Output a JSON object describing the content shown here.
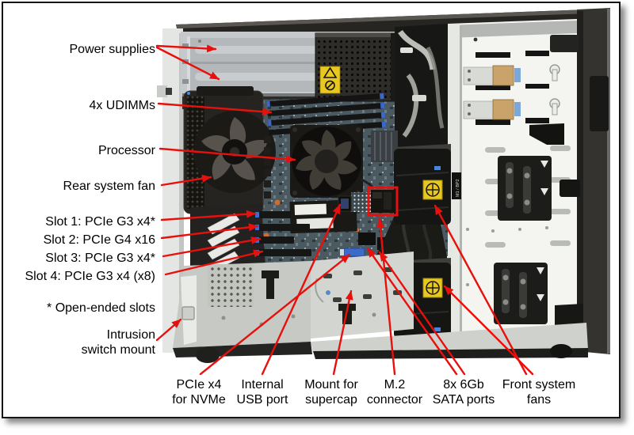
{
  "colors": {
    "annotation_red": "#e8100c",
    "label_text": "#000000",
    "frame_border": "#161616",
    "photo_background": "#ffffff"
  },
  "callouts": {
    "power_supplies": "Power supplies",
    "udimms": "4x UDIMMs",
    "processor": "Processor",
    "rear_fan": "Rear system fan",
    "slot1": "Slot 1: PCIe G3 x4*",
    "slot2": "Slot 2: PCIe G4 x16",
    "slot3": "Slot 3: PCIe G3 x4*",
    "slot4": "Slot 4: PCIe G3 x4 (x8)",
    "open_ended_note": "* Open-ended slots",
    "intrusion": "Intrusion\nswitch mount",
    "pcie_nvme": "PCIe x4\nfor NVMe",
    "usb": "Internal\nUSB port",
    "supercap": "Mount for\nsupercap",
    "m2": "M.2\nconnector",
    "sata": "8x 6Gb\nSATA ports",
    "front_fans": "Front system\nfans"
  },
  "photo": {
    "chassis_tag": "M1 / BP2"
  }
}
